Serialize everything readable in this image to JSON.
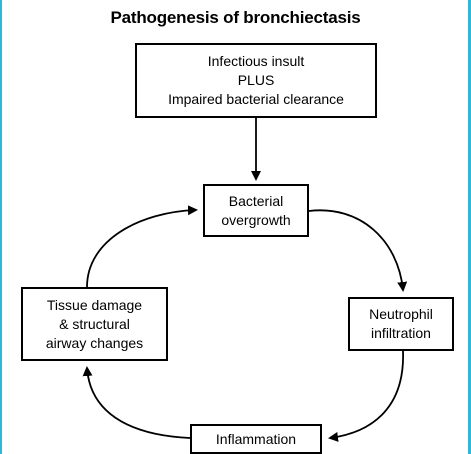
{
  "title": "Pathogenesis of bronchiectasis",
  "nodes": {
    "insult": [
      "Infectious insult",
      "PLUS",
      "Impaired bacterial clearance"
    ],
    "overgrowth": [
      "Bacterial",
      "overgrowth"
    ],
    "neutrophil": [
      "Neutrophil",
      "infiltration"
    ],
    "inflammation": [
      "Inflammation"
    ],
    "tissue": [
      "Tissue damage",
      "& structural",
      "airway changes"
    ]
  },
  "colors": {
    "stroke": "#000000",
    "edge_accent": "#2fb8d6"
  }
}
